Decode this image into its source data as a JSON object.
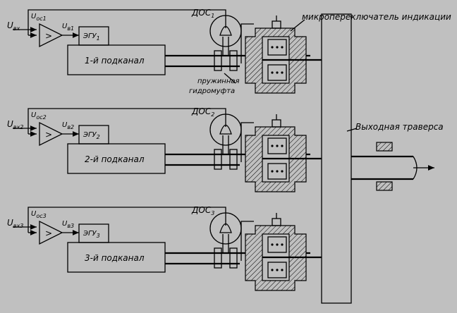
{
  "labels": {
    "microswitch": "микропереключатель индикации",
    "spring_coupling_line1": "пружинная",
    "spring_coupling_line2": "гидромуфта",
    "output_traverse": "Выходная траверса",
    "amp_symbol": ">"
  },
  "subchannels": [
    {
      "name": "1-й подканал",
      "egu": "ЭГУ",
      "egu_sub": "1",
      "dos": "ДОС",
      "dos_sub": "1",
      "u_in": "U",
      "u_in_sub": "вх",
      "u_oc": "U",
      "u_oc_sub": "ос1",
      "u_v": "U",
      "u_v_sub": "в1"
    },
    {
      "name": "2-й подканал",
      "egu": "ЭГУ",
      "egu_sub": "2",
      "dos": "ДОС",
      "dos_sub": "2",
      "u_in": "U",
      "u_in_sub": "вх2",
      "u_oc": "U",
      "u_oc_sub": "ос2",
      "u_v": "U",
      "u_v_sub": "в2"
    },
    {
      "name": "3-й подканал",
      "egu": "ЭГУ",
      "egu_sub": "3",
      "dos": "ДОС",
      "dos_sub": "3",
      "u_in": "U",
      "u_in_sub": "вх3",
      "u_oc": "U",
      "u_oc_sub": "ос3",
      "u_v": "U",
      "u_v_sub": "в3"
    }
  ]
}
